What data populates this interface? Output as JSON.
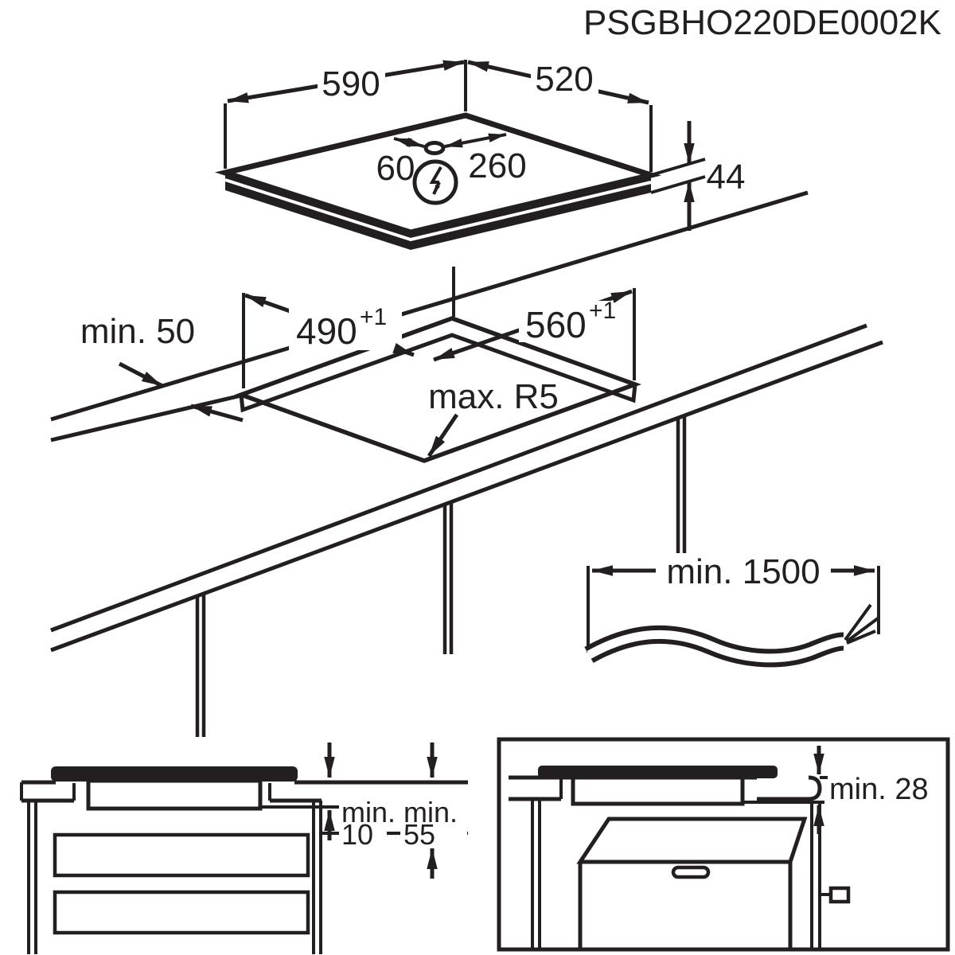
{
  "title": "PSGBHO220DE0002K",
  "colors": {
    "ink": "#231f20",
    "background": "#ffffff"
  },
  "hob_top_view": {
    "width_mm": "590",
    "depth_mm": "520",
    "height_mm": "44",
    "cable_offset_left_mm": "60",
    "cable_offset_right_mm": "260",
    "power_icon": "lightning-bolt"
  },
  "worktop_cutout": {
    "cutout_width_mm": "490",
    "cutout_width_tolerance": "+1",
    "cutout_depth_mm": "560",
    "cutout_depth_tolerance": "+1",
    "front_edge_clearance": "min. 50",
    "corner_radius": "max. R5"
  },
  "power_cable": {
    "length": "min. 1500"
  },
  "installation_side_view_drawers": {
    "gap_below_hob": [
      "min.",
      "10"
    ],
    "clearance_to_drawer": [
      "min.",
      "55"
    ]
  },
  "installation_side_view_oven": {
    "clearance_below_hob": "min. 28"
  }
}
